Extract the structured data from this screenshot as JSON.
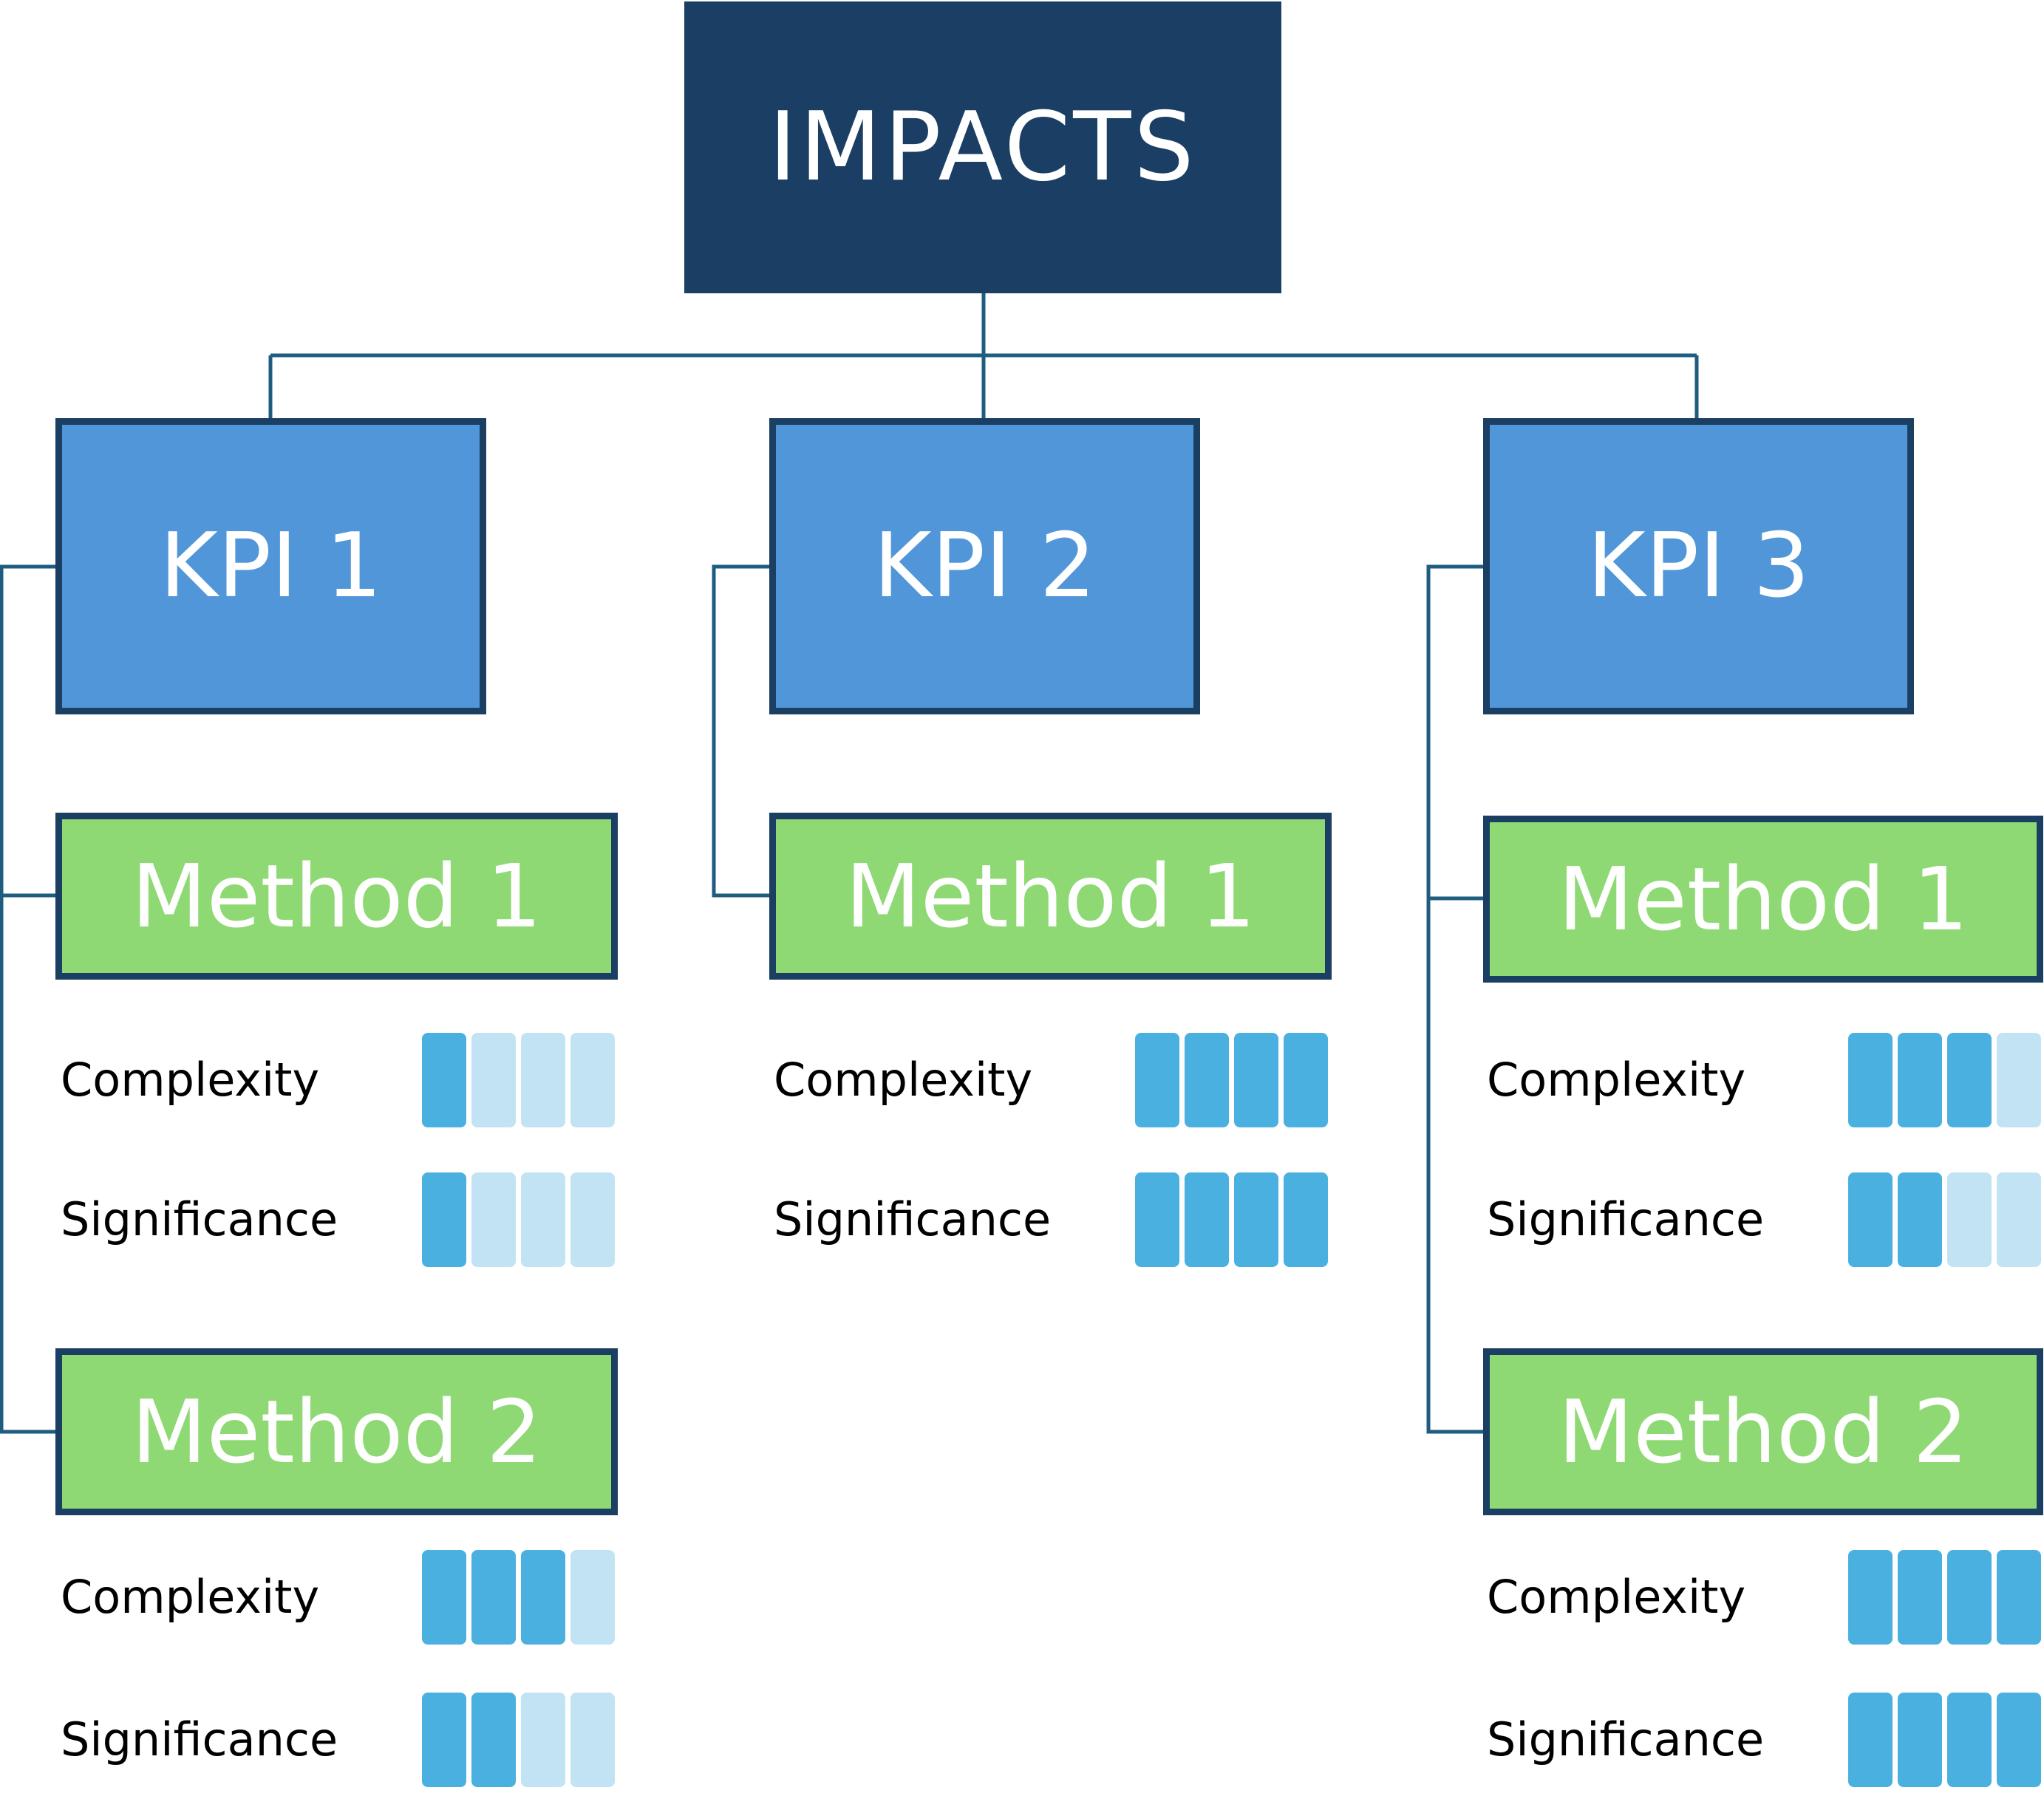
{
  "root": {
    "label": "IMPACTS"
  },
  "colors": {
    "root_fill": "#1b3e64",
    "kpi_fill": "#5196d9",
    "method_fill": "#8fd975",
    "border": "#1b3f63",
    "connector": "#1f5d80",
    "level_filled": "#4ab0e0",
    "level_empty": "#c2e3f3"
  },
  "max_level": 4,
  "kpis": [
    {
      "label": "KPI 1",
      "methods": [
        {
          "label": "Method 1",
          "ratings": [
            {
              "label": "Complexity",
              "level": 1
            },
            {
              "label": "Significance",
              "level": 1
            }
          ]
        },
        {
          "label": "Method 2",
          "ratings": [
            {
              "label": "Complexity",
              "level": 3
            },
            {
              "label": "Significance",
              "level": 2
            }
          ]
        }
      ]
    },
    {
      "label": "KPI 2",
      "methods": [
        {
          "label": "Method 1",
          "ratings": [
            {
              "label": "Complexity",
              "level": 4
            },
            {
              "label": "Significance",
              "level": 4
            }
          ]
        }
      ]
    },
    {
      "label": "KPI 3",
      "methods": [
        {
          "label": "Method 1",
          "ratings": [
            {
              "label": "Complexity",
              "level": 3
            },
            {
              "label": "Significance",
              "level": 2
            }
          ]
        },
        {
          "label": "Method 2",
          "ratings": [
            {
              "label": "Complexity",
              "level": 4
            },
            {
              "label": "Significance",
              "level": 4
            }
          ]
        }
      ]
    }
  ]
}
